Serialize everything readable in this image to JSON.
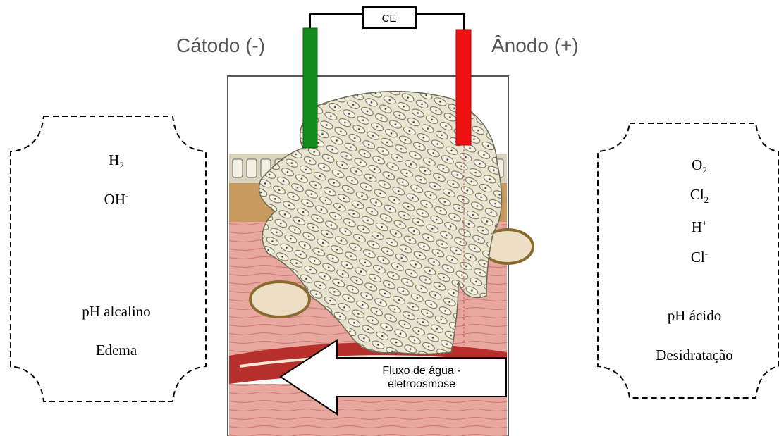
{
  "labels": {
    "cathode": "Cátodo (-)",
    "anode": "Ânodo (+)",
    "source": "CE"
  },
  "cathode_box": {
    "gas": "H",
    "gas_sub": "2",
    "ion": "OH",
    "ion_sup": "-",
    "ph": "pH alcalino",
    "effect": "Edema"
  },
  "anode_box": {
    "gas1": "O",
    "gas1_sub": "2",
    "gas2": "Cl",
    "gas2_sub": "2",
    "ion1": "H",
    "ion1_sup": "+",
    "ion2": "Cl",
    "ion2_sup": "-",
    "ph": "pH ácido",
    "effect": "Desidratação"
  },
  "arrow": {
    "line1": "Fluxo de água -",
    "line2": "eletroosmose"
  },
  "colors": {
    "cathode_electrode": "#158a1d",
    "anode_electrode": "#ee1111",
    "tissue_pink": "#e8a79f",
    "tissue_tan": "#c99a5e"
  }
}
